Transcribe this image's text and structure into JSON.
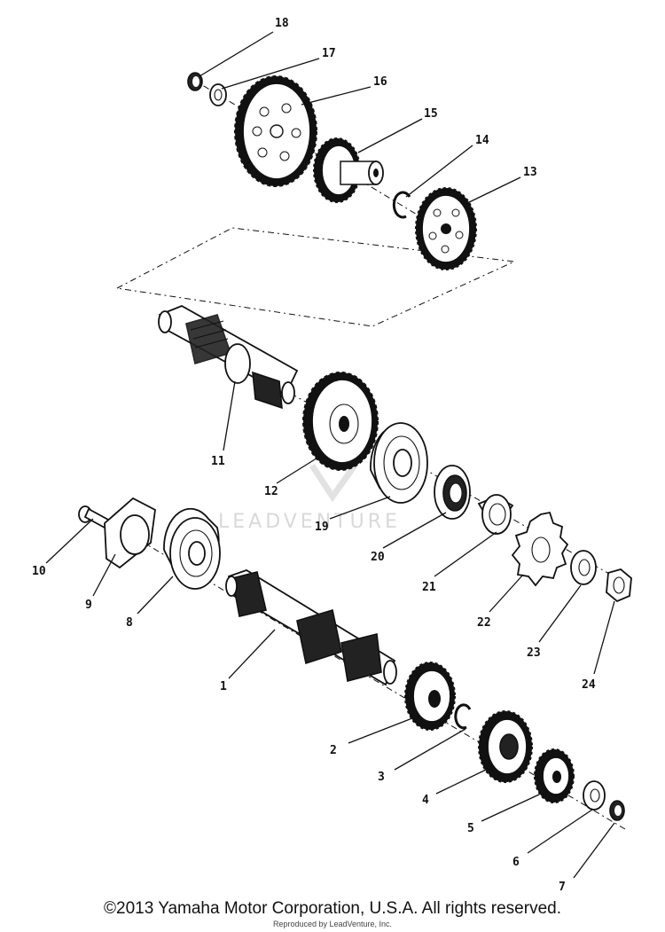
{
  "diagram": {
    "callouts": [
      "1",
      "2",
      "3",
      "4",
      "5",
      "6",
      "7",
      "8",
      "9",
      "10",
      "11",
      "12",
      "13",
      "14",
      "15",
      "16",
      "17",
      "18",
      "19",
      "20",
      "21",
      "22",
      "23",
      "24"
    ]
  },
  "watermark": {
    "text": "LEADVENTURE"
  },
  "footer": {
    "copyright": "©2013 Yamaha Motor Corporation, U.S.A. All rights reserved.",
    "reproduced": "Reproduced by LeadVenture, Inc."
  }
}
